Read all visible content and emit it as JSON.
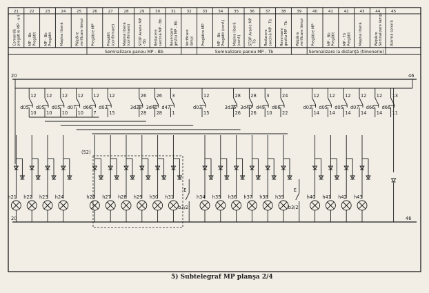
{
  "columns": [
    {
      "num": "21",
      "label": "Comandă pregătire MP - uri"
    },
    {
      "num": "22",
      "label": "MP - Bb Pregătit"
    },
    {
      "num": "23",
      "label": "MP - Bb Pregătit"
    },
    {
      "num": "24",
      "label": "Mașina liberă"
    },
    {
      "num": "25",
      "label": "Pâlpâire verificare lămpi"
    },
    {
      "num": "26",
      "label": "Pregătire MP"
    },
    {
      "num": "27",
      "label": "Pregătit (confirmare)"
    },
    {
      "num": "28",
      "label": "Mașină liberă (confirmare)"
    },
    {
      "num": "29",
      "label": "STOP Avarie MP - Bb"
    },
    {
      "num": "30",
      "label": "Reducere sarcină MP - Bb"
    },
    {
      "num": "31",
      "label": "Reversare gestiu MP - Bb"
    },
    {
      "num": "32",
      "label": "Verificare lămpi"
    },
    {
      "num": "33",
      "label": "Pregătire MP"
    },
    {
      "num": "34",
      "label": "MP - Bb Pregătit (conf.)"
    },
    {
      "num": "35",
      "label": "Mașina liberă (conf.)"
    },
    {
      "num": "36",
      "label": "STOP Avarie MP - Tb"
    },
    {
      "num": "37",
      "label": "Reducere sarcină MP - Tb"
    },
    {
      "num": "38",
      "label": "Reversare gestiu MP - Tb"
    },
    {
      "num": "39",
      "label": "Pâlpâire verificare lămpi"
    },
    {
      "num": "40",
      "label": "Pregătire MP"
    },
    {
      "num": "41",
      "label": "MP - Bb Pregătit"
    },
    {
      "num": "42",
      "label": "MP - Tb Pregătit"
    },
    {
      "num": "43",
      "label": "Mașină liberă"
    },
    {
      "num": "44",
      "label": "Pâlpâire Semnalizare lămpi"
    },
    {
      "num": "45",
      "label": "Alarmă sonoră"
    }
  ],
  "groups": [
    {
      "label": "Semnalizare panou MP - Bb"
    },
    {
      "label": "Semnalizare panou MP - Tb"
    },
    {
      "label": "Semnalizare la distanță (timonerie)"
    }
  ],
  "bus": {
    "left_top": "20",
    "left_bottom": "20",
    "right_top": "46",
    "right_bottom": "46"
  },
  "top_contacts": [
    {
      "label": "d05",
      "wires": [
        "12",
        "10"
      ]
    },
    {
      "label": "d05",
      "wires": [
        "12",
        "10"
      ]
    },
    {
      "label": "d05",
      "wires": [
        "12",
        "10"
      ]
    },
    {
      "label": "d07",
      "wires": [
        "12",
        "10"
      ]
    },
    {
      "label": "d66",
      "wires": [
        "12",
        "7"
      ]
    },
    {
      "label": "d03",
      "wires": [
        "12",
        "15"
      ]
    },
    {
      "label": "3d38",
      "wires": [
        "26",
        "28"
      ]
    },
    {
      "label": "3d40",
      "wires": [
        "26",
        "28"
      ]
    },
    {
      "label": "d47",
      "wires": [
        "3",
        "1"
      ]
    },
    {
      "label": "d03",
      "wires": [
        "12",
        "15"
      ]
    },
    {
      "label": "3d36",
      "wires": [
        "28",
        "26"
      ]
    },
    {
      "label": "3d40",
      "wires": [
        "28",
        "26"
      ]
    },
    {
      "label": "d49",
      "wires": [
        "3",
        "10"
      ]
    },
    {
      "label": "d66",
      "wires": [
        "24",
        "22"
      ]
    },
    {
      "label": "d03",
      "wires": [
        "12",
        "14"
      ]
    },
    {
      "label": "d05",
      "wires": [
        "12",
        "14"
      ]
    },
    {
      "label": "d05",
      "wires": [
        "12",
        "14"
      ]
    },
    {
      "label": "d07",
      "wires": [
        "12",
        "14"
      ]
    },
    {
      "label": "d66",
      "wires": [
        "12",
        "14"
      ]
    },
    {
      "label": "d66",
      "wires": [
        "13",
        "11"
      ]
    }
  ],
  "diode_note": "(52)",
  "lamps": [
    {
      "label": "h21"
    },
    {
      "label": "h22"
    },
    {
      "label": "h23"
    },
    {
      "label": "h24"
    },
    {
      "label": "h26"
    },
    {
      "label": "h27"
    },
    {
      "label": "h28"
    },
    {
      "label": "h29"
    },
    {
      "label": "h30"
    },
    {
      "label": "h31"
    },
    {
      "label": "h34"
    },
    {
      "label": "h35"
    },
    {
      "label": "h36"
    },
    {
      "label": "h37"
    },
    {
      "label": "h38"
    },
    {
      "label": "h39"
    },
    {
      "label": "h40"
    },
    {
      "label": "h41"
    },
    {
      "label": "h42"
    },
    {
      "label": "h43"
    }
  ],
  "bottom_contacts": [
    {
      "label": "b3/2",
      "terminal": "E"
    },
    {
      "label": "b3/2",
      "terminal": "E"
    }
  ],
  "caption": "5) Subtelegraf MP planşa 2/4"
}
